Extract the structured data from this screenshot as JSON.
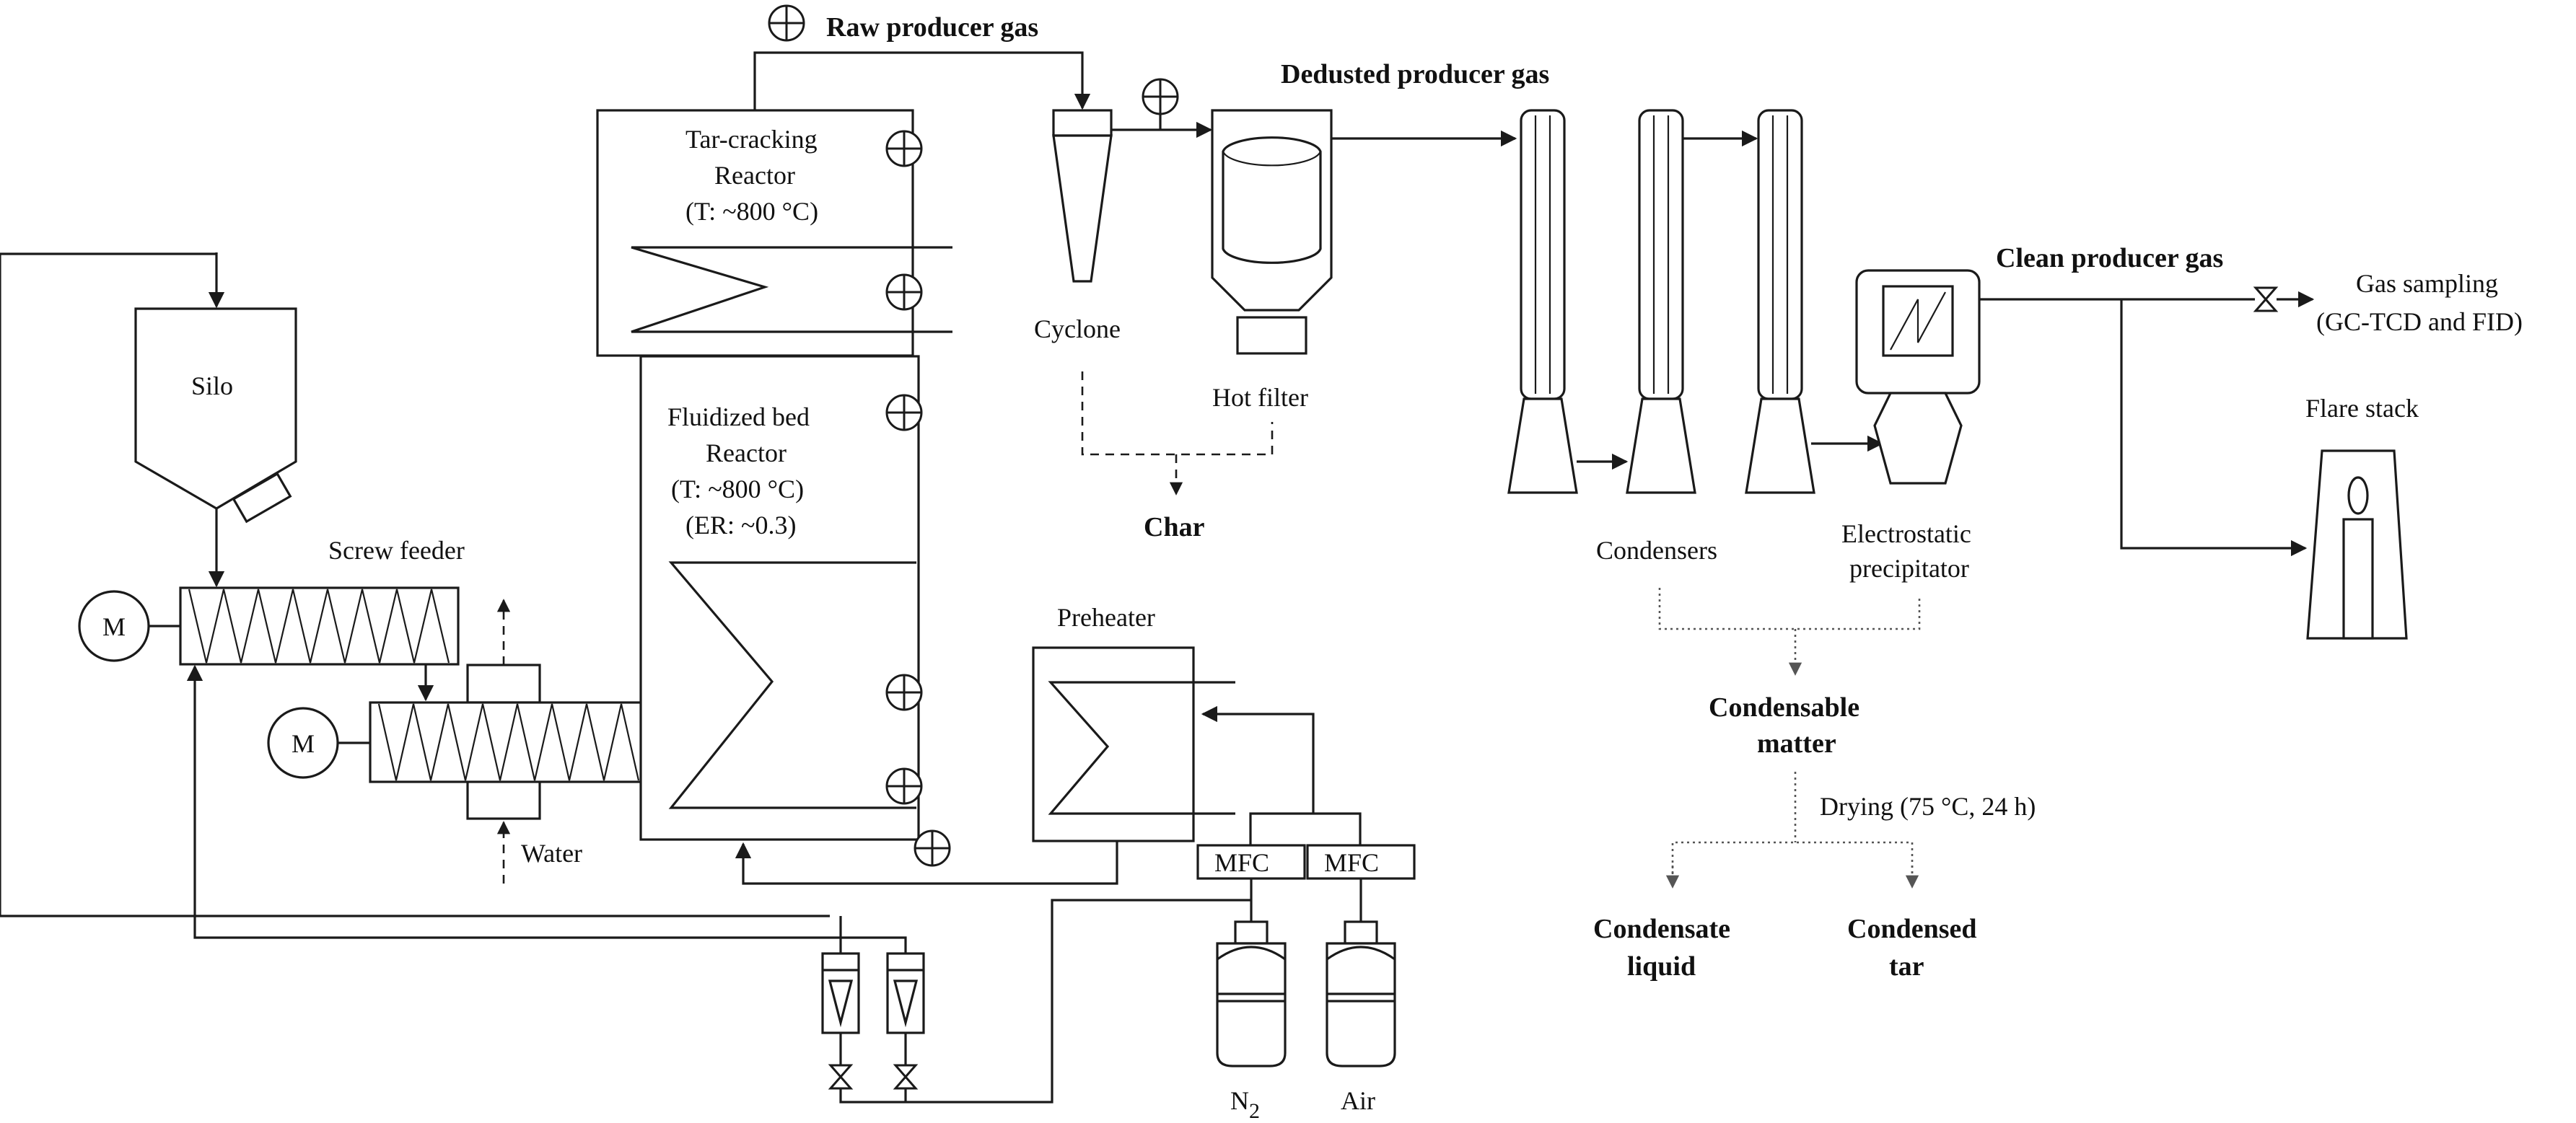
{
  "labels": {
    "raw_gas": "Raw producer gas",
    "dedusted_gas": "Dedusted producer gas",
    "clean_gas": "Clean producer gas",
    "tar_reactor_1": "Tar-cracking",
    "tar_reactor_2": "Reactor",
    "tar_reactor_3": "(T: ~800 °C)",
    "fb_reactor_1": "Fluidized bed",
    "fb_reactor_2": "Reactor",
    "fb_reactor_3": "(T: ~800 °C)",
    "fb_reactor_4": "(ER: ~0.3)",
    "silo": "Silo",
    "screw_feeder": "Screw feeder",
    "motor": "M",
    "water": "Water",
    "cyclone": "Cyclone",
    "hot_filter": "Hot filter",
    "char": "Char",
    "preheater": "Preheater",
    "mfc": "MFC",
    "n2_base": "N",
    "n2_sub": "2",
    "air": "Air",
    "condensers": "Condensers",
    "esp_1": "Electrostatic",
    "esp_2": "precipitator",
    "condensable_1": "Condensable",
    "condensable_2": "matter",
    "drying": "Drying (75 °C, 24 h)",
    "condensate_1": "Condensate",
    "condensate_2": "liquid",
    "tar_1": "Condensed",
    "tar_2": "tar",
    "gas_sampling_1": "Gas sampling",
    "gas_sampling_2": "(GC-TCD and FID)",
    "flare": "Flare stack"
  },
  "colors": {
    "stroke": "#1a1a1a",
    "background": "#ffffff"
  }
}
